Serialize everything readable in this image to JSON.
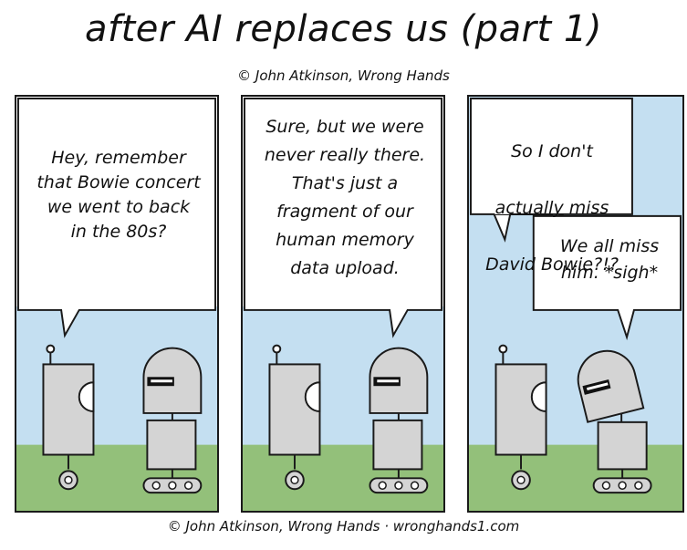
{
  "comic": {
    "title": "after AI replaces us (part 1)",
    "credit_top": "© John Atkinson, Wrong Hands",
    "credit_bottom": "© John Atkinson, Wrong Hands · wronghands1.com"
  },
  "panels": [
    {
      "bubbles": [
        {
          "text": "Hey, remember\nthat Bowie concert\nwe went to back\nin the 80s?"
        }
      ]
    },
    {
      "bubbles": [
        {
          "text": "Sure, but we were\nnever really there.\nThat's just a\nfragment of our\nhuman memory\ndata upload."
        }
      ]
    },
    {
      "bubbles": [
        {
          "line1": "So I don't",
          "underlined": "actually",
          "after_underlined": " miss",
          "line3": "David Bowie?!?"
        },
        {
          "text": "We all miss\nhim. *sigh*"
        }
      ]
    }
  ],
  "colors": {
    "sky": "#c4dff1",
    "grass": "#93c07a",
    "robot_fill": "#d4d4d4",
    "outline": "#1a1a1a",
    "visor": "#111111"
  }
}
